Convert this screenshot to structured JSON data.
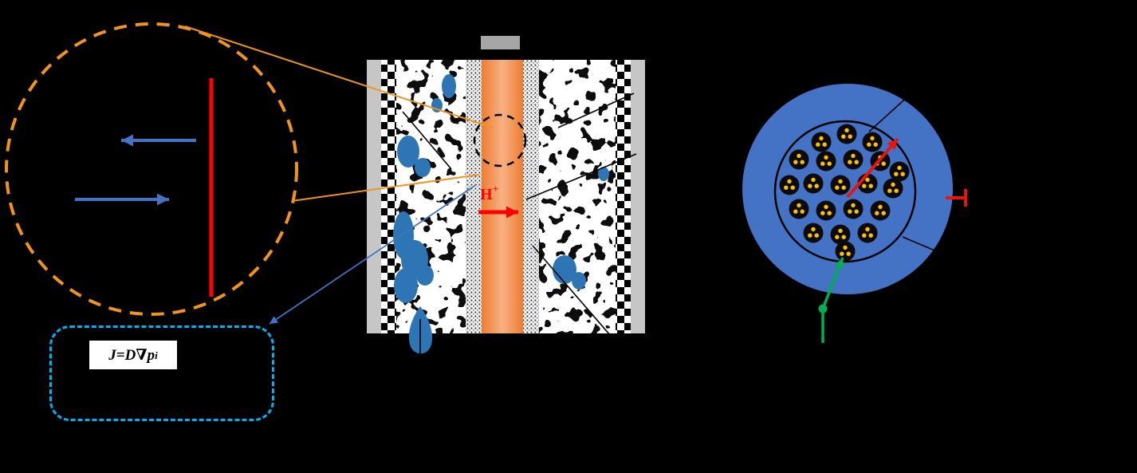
{
  "figure": {
    "type": "fuel-cell-membrane-schematic",
    "background": "#000000"
  },
  "inset": {
    "ring_color": "#F0941F",
    "membrane_color": "#FF0000",
    "arrow_color": "#4472C4"
  },
  "equation": {
    "box_color": "#00B0F0",
    "patch_color": "#FFFFFF",
    "text_color": "#000000",
    "text": "J=D∇p",
    "subscript": "i"
  },
  "mea": {
    "proton_base": "H",
    "proton_sup": "+",
    "proton_color": "#FF0000",
    "membrane_gradient": [
      "#ED7D31",
      "#F7B183",
      "#ED7D31"
    ],
    "plate_color": "#C6C6C6",
    "top_block_color": "#A6A6A6",
    "water_color": "#2E75B6"
  },
  "agglomerate": {
    "shell_color": "#4472C4",
    "particle_color": "#0A0A0A",
    "dot_color": "#FFC000",
    "radius_arrow_color": "#E8150D",
    "film_marker_color": "#E8150D",
    "locator_color": "#00B050",
    "particle_count": 21
  }
}
